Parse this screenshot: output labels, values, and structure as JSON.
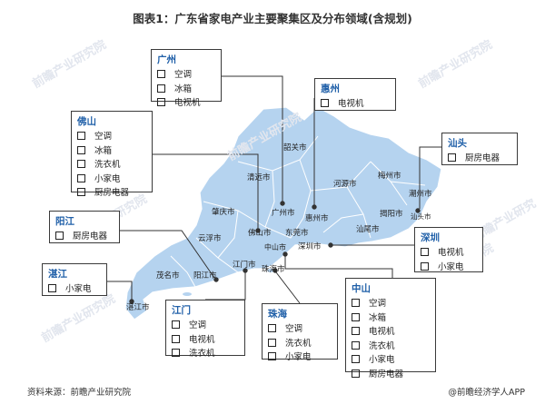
{
  "title": "图表1：广东省家电产业主要聚集区及分布领域(含规划)",
  "source": "资料来源：前瞻产业研究院",
  "credit": "@前瞻经济学人APP",
  "watermark": "前瞻产业研究院",
  "colors": {
    "map_fill": "#b5d3ef",
    "map_stroke": "#ffffff",
    "region_name": "#1f5fa8",
    "leader": "#333333"
  },
  "clusters": {
    "guangzhou": {
      "name": "广州",
      "items": [
        "空调",
        "冰箱",
        "电视机"
      ]
    },
    "huizhou": {
      "name": "惠州",
      "items": [
        "电视机"
      ]
    },
    "foshan": {
      "name": "佛山",
      "items": [
        "空调",
        "冰箱",
        "洗衣机",
        "小家电",
        "厨房电器"
      ]
    },
    "shantou": {
      "name": "汕头",
      "items": [
        "厨房电器"
      ]
    },
    "yangjiang": {
      "name": "阳江",
      "items": [
        "厨房电器"
      ]
    },
    "shenzhen": {
      "name": "深圳",
      "items": [
        "电视机",
        "小家电"
      ]
    },
    "zhanjiang": {
      "name": "湛江",
      "items": [
        "小家电"
      ]
    },
    "zhongshan": {
      "name": "中山",
      "items": [
        "空调",
        "冰箱",
        "电视机",
        "洗衣机",
        "小家电",
        "厨房电器"
      ]
    },
    "jiangmen": {
      "name": "江门",
      "items": [
        "空调",
        "电视机",
        "洗衣机"
      ]
    },
    "zhuhai": {
      "name": "珠海",
      "items": [
        "空调",
        "洗衣机",
        "小家电"
      ]
    }
  },
  "cities": {
    "shaoguan": "韶关市",
    "heyuan": "河源市",
    "meizhou": "梅州市",
    "chaozhou": "潮州市",
    "qingyuan": "清远市",
    "zhaoqing": "肇庆市",
    "guangzhou": "广州市",
    "huizhou": "惠州市",
    "jieyang": "揭阳市",
    "shantou": "汕头市",
    "foshan": "佛山市",
    "dongguan": "东莞市",
    "shanwei": "汕尾市",
    "yunfu": "云浮市",
    "zhongshan": "中山市",
    "shenzhen": "深圳市",
    "jiangmen": "江门市",
    "zhuhai": "珠海市",
    "maoming": "茂名市",
    "yangjiang": "阳江市",
    "zhanjiang": "湛江市"
  }
}
